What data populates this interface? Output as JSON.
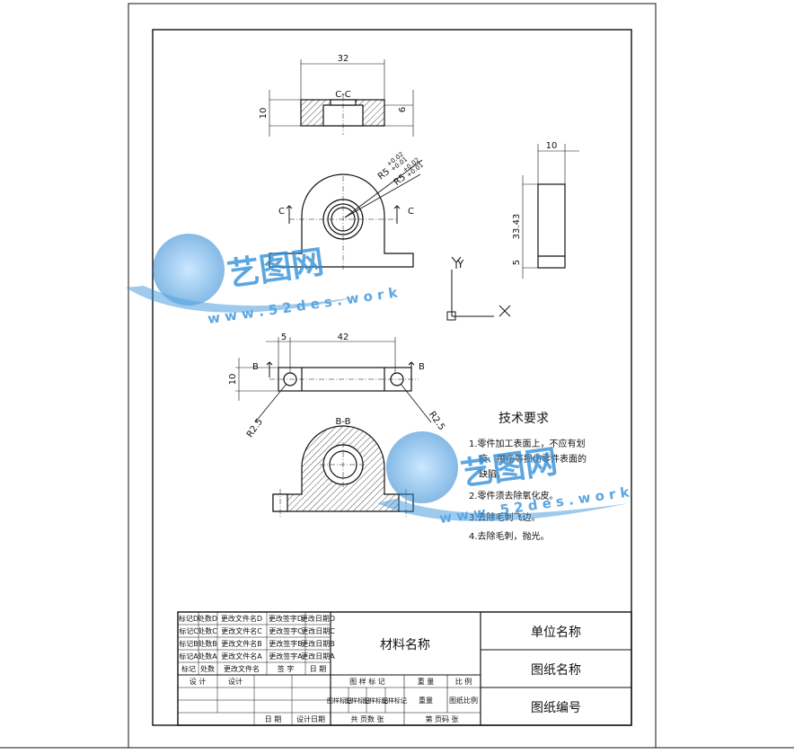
{
  "drawing": {
    "section_cc_label": "C-C",
    "section_bb_label": "B-B",
    "section_mark_c": "C",
    "section_mark_b": "B",
    "dims": {
      "top_width": "32",
      "top_height": "10",
      "top_depth": "6",
      "side_width": "10",
      "side_height": "33.43",
      "side_base": "5",
      "front_offset": "5",
      "front_width": "42",
      "front_height": "10",
      "hole_left": "R2.5",
      "hole_right": "R2.5",
      "radius_outer": "R5",
      "radius_inner": "R5",
      "tol_outer_top": "+0.02",
      "tol_outer_bot": "+0.01",
      "tol_inner_top": "+0.02",
      "tol_inner_bot": "+0.01"
    },
    "ucs": {
      "y": "Y",
      "x": "X"
    }
  },
  "tech": {
    "title": "技术要求",
    "lines": [
      "1.零件加工表面上，不应有划",
      "痕、擦伤等损伤零件表面的",
      "缺陷。",
      "2.零件须去除氧化皮。",
      "3.去除毛刺飞边。",
      "4.去除毛刺，抛光。"
    ]
  },
  "title_block": {
    "material": "材料名称",
    "unit": "单位名称",
    "drawing_name": "图纸名称",
    "drawing_no": "图纸编号",
    "rev_rows": [
      [
        "标记D",
        "处数D",
        "更改文件名D",
        "更改签字D",
        "更改日期D"
      ],
      [
        "标记C",
        "处数C",
        "更改文件名C",
        "更改签字C",
        "更改日期C"
      ],
      [
        "标记B",
        "处数B",
        "更改文件名B",
        "更改签字B",
        "更改日期B"
      ],
      [
        "标记A",
        "处数A",
        "更改文件名A",
        "更改签字A",
        "更改日期A"
      ]
    ],
    "rev_header": [
      "标记",
      "处数",
      "更改文件名",
      "签 字",
      "日 期"
    ],
    "design": "设 计",
    "design_val": "设计",
    "date": "日 期",
    "design_date": "设计日期",
    "stage_mark": "图 样 标 记",
    "weight": "重 量",
    "scale": "比 例",
    "marks": [
      "图样标记",
      "图样标记",
      "图样标记",
      "图样标记"
    ],
    "weight_val": "重量",
    "scale_val": "图纸比例",
    "total": "共  页数  张",
    "sheet": "第  页码  张"
  },
  "watermark": {
    "brand": "艺图网",
    "url": "w w w . 5 2 d e s . w o r k"
  },
  "colors": {
    "line": "#111111",
    "watermark": "#2f8fd8"
  }
}
